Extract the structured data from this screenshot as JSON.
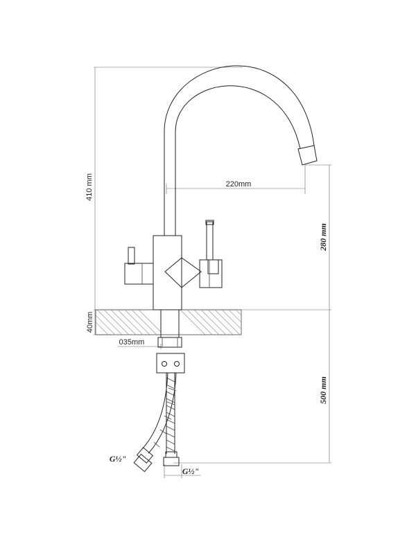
{
  "labels": {
    "height_total": "410 mm",
    "spout_reach": "220mm",
    "spout_height": "280 mm",
    "deck_thickness": "40mm",
    "shank_diameter": "035mm",
    "hose_length": "500 mm",
    "hose_thread_left": "G½\"",
    "hose_thread_right": "G½\""
  }
}
